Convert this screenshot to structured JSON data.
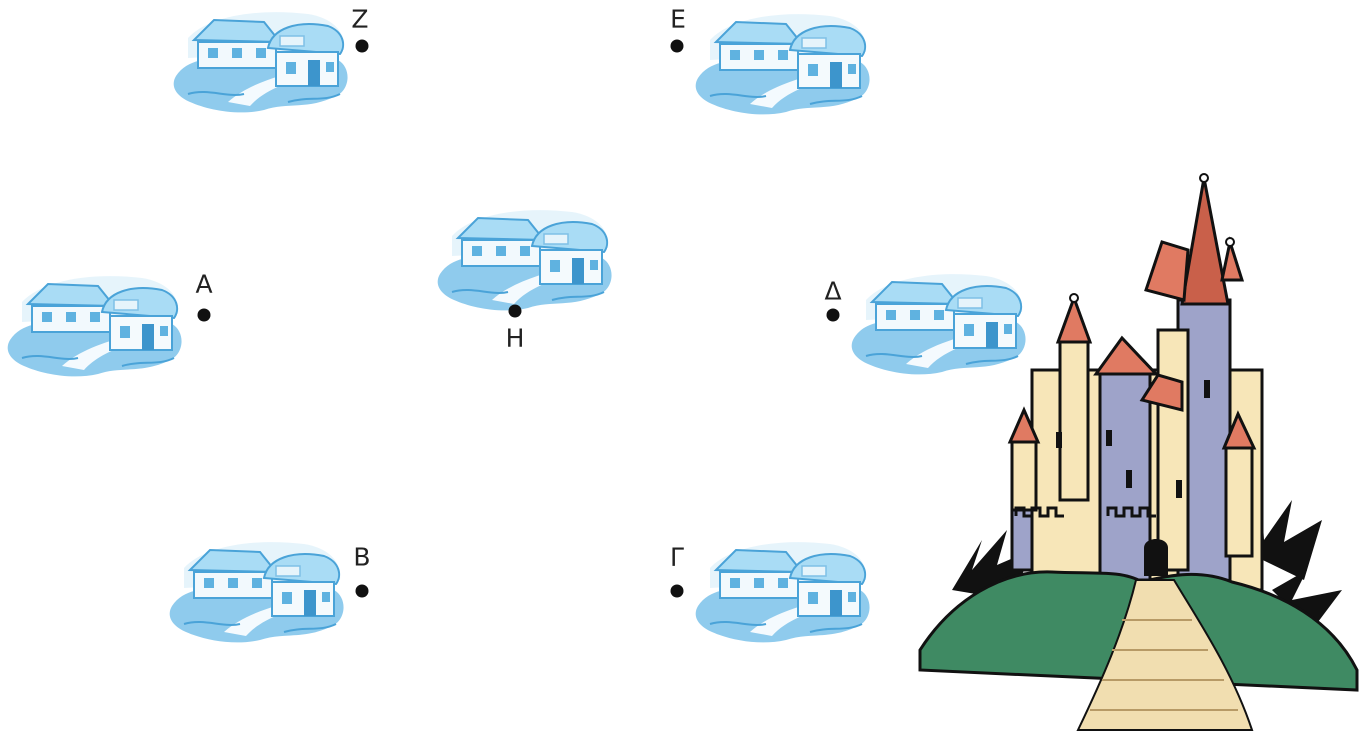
{
  "points": {
    "Z": {
      "label": "Ζ"
    },
    "E": {
      "label": "Ε"
    },
    "A": {
      "label": "Α"
    },
    "H": {
      "label": "Η"
    },
    "D": {
      "label": "Δ"
    },
    "B": {
      "label": "Β"
    },
    "G": {
      "label": "Γ"
    }
  },
  "colors": {
    "village_light": "#cfe9f7",
    "village_mid": "#8fcbed",
    "village_dark": "#4aa3d8",
    "castle_wall": "#f7e6b8",
    "castle_tower": "#9ea3c9",
    "castle_roof": "#e07a62",
    "hill_green": "#3f8a63",
    "path": "#f1deb0"
  },
  "icons": [
    "village-icon",
    "castle-icon"
  ]
}
